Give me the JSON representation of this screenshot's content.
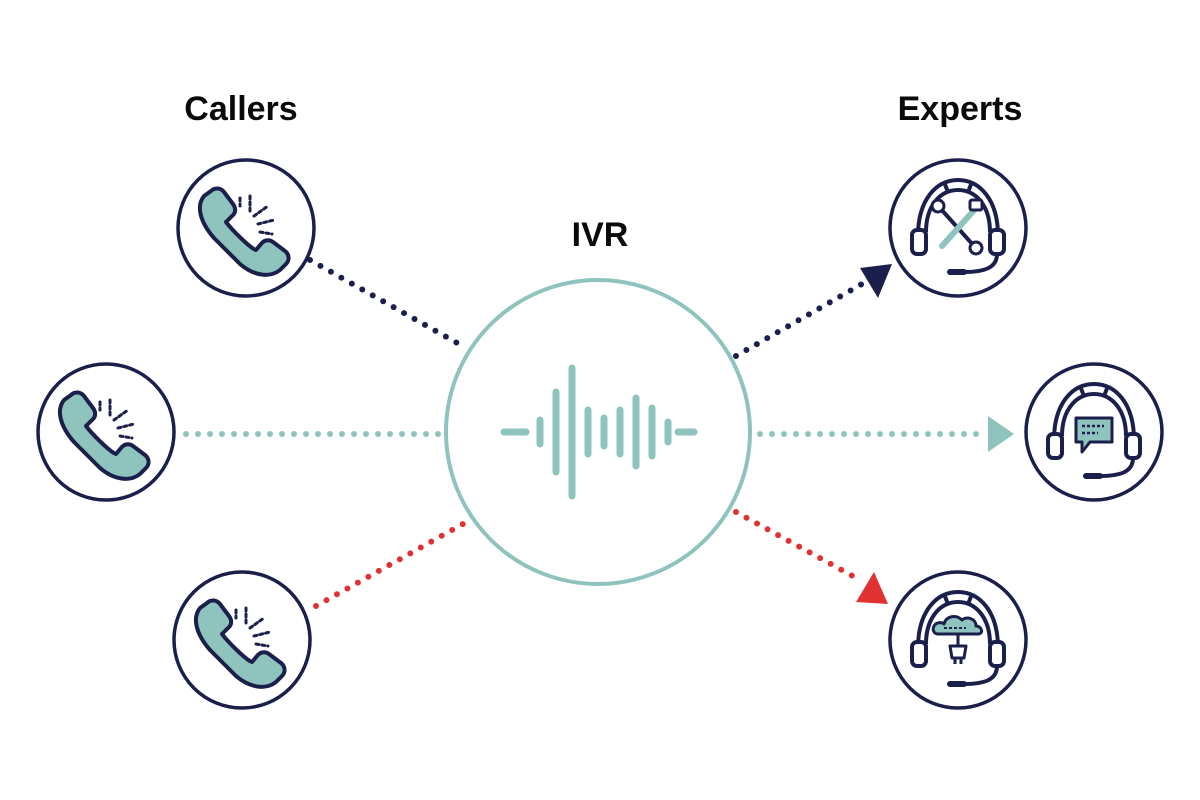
{
  "labels": {
    "callers": "Callers",
    "experts": "Experts",
    "center": "IVR"
  },
  "colors": {
    "navy": "#1b1f4b",
    "teal": "#8fc3bd",
    "red": "#e03232",
    "black": "#0a0a0a",
    "white": "#ffffff"
  },
  "icons": {
    "callers": [
      "phone-ringing-icon",
      "phone-ringing-icon",
      "phone-ringing-icon"
    ],
    "experts": [
      "headset-tools-icon",
      "headset-chat-icon",
      "headset-cloud-icon"
    ],
    "center": "sound-wave-icon"
  }
}
